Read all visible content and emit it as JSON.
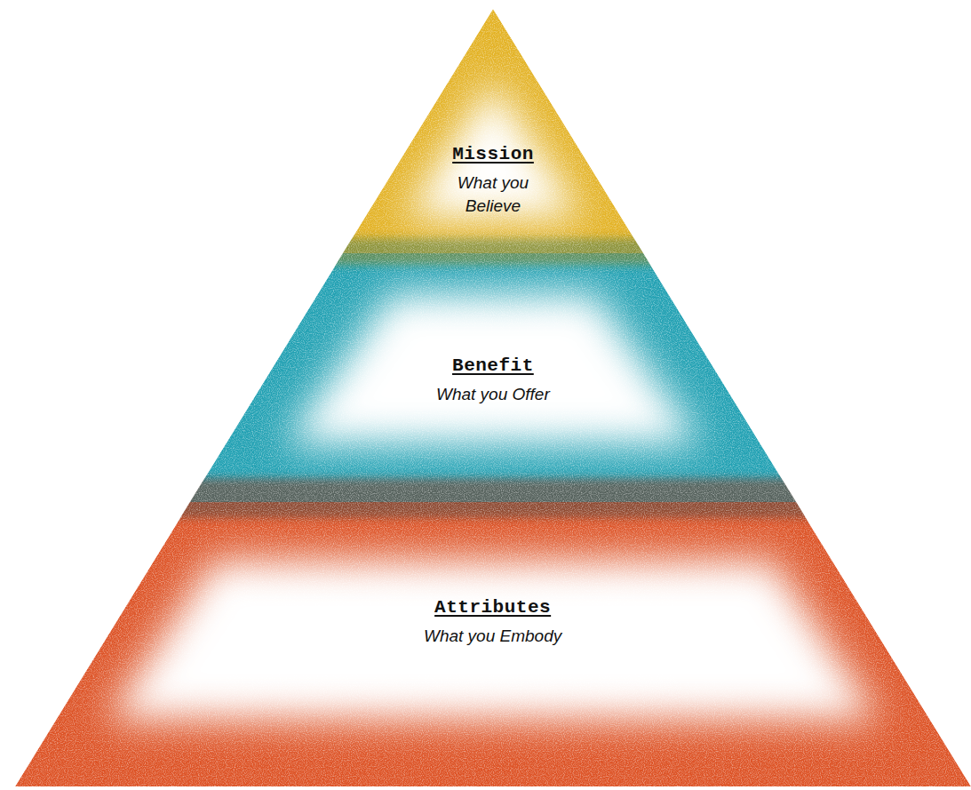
{
  "diagram": {
    "nodes": [
      {
        "text": [
          "Mission",
          "What you Believe"
        ]
      },
      {
        "text": [
          "Benefit",
          "What you Offer"
        ]
      },
      {
        "text": [
          "Attributes",
          "What you Embody"
        ]
      }
    ]
  }
}
